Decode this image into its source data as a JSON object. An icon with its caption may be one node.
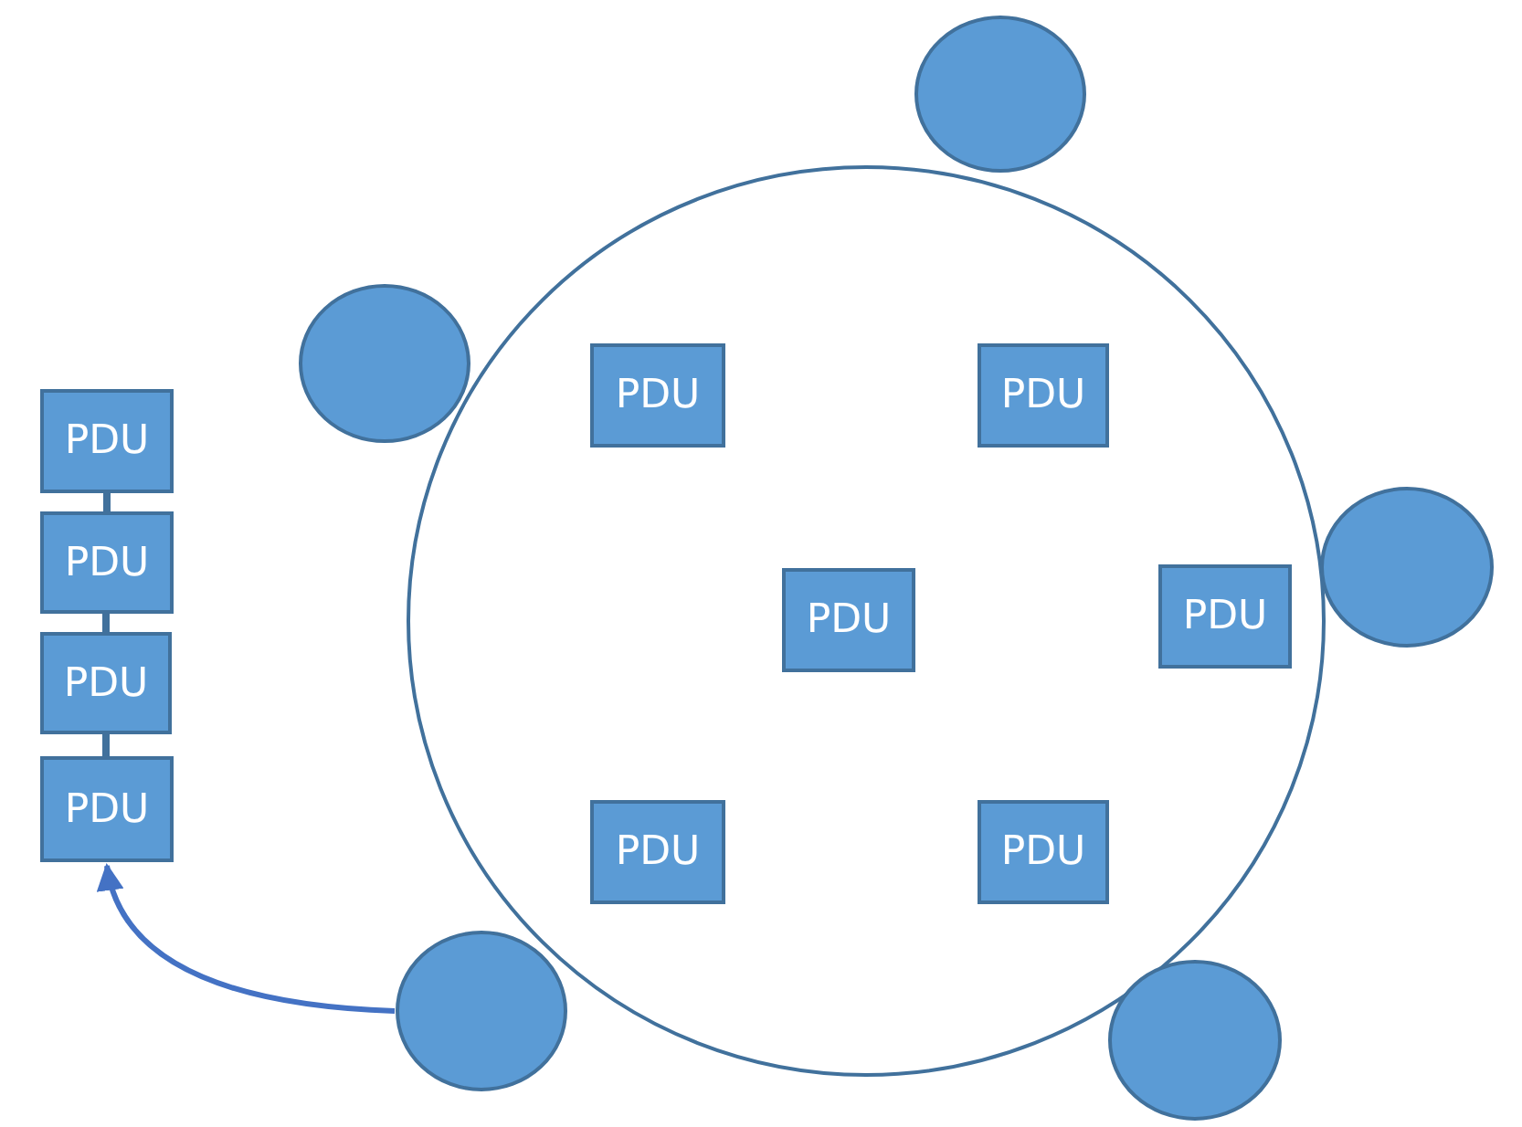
{
  "diagram": {
    "nodes": [
      {
        "text": [],
        "shape": "circle"
      },
      {
        "text": [],
        "shape": "circle"
      },
      {
        "text": [],
        "shape": "circle"
      },
      {
        "text": [
          "PDU"
        ],
        "in": 2
      },
      {
        "text": [
          "PDU"
        ],
        "in": 2
      },
      {
        "text": [
          "PDU"
        ]
      },
      {
        "text": [
          "PDU"
        ]
      },
      {
        "text": [],
        "shape": "circle"
      },
      {
        "text": [
          "PDU"
        ],
        "in": 2
      },
      {
        "text": [
          "PDU"
        ],
        "in": 2
      },
      {
        "text": [
          "PDU"
        ]
      },
      {
        "text": [
          "PDU"
        ]
      },
      {
        "text": [
          "PDU"
        ],
        "in": 2
      },
      {
        "text": [
          "PDU"
        ],
        "in": 2
      },
      {
        "text": [],
        "shape": "circle"
      },
      {
        "text": [],
        "shape": "circle"
      }
    ],
    "edges": [
      {
        "from": 5,
        "to": 6,
        "arrow": "none"
      },
      {
        "from": 6,
        "to": 10,
        "arrow": "none"
      },
      {
        "from": 10,
        "to": 11,
        "arrow": "none"
      },
      {
        "from": 14,
        "to": 11,
        "arrow": "to",
        "color": "#4472c4"
      }
    ]
  }
}
